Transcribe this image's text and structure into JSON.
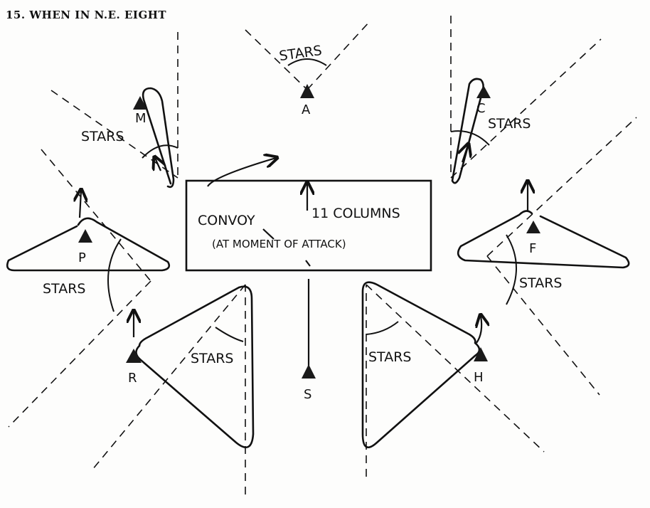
{
  "caption": "15. WHEN IN N.E. EIGHT",
  "convoy": {
    "title": "CONVOY",
    "columns": "11 COLUMNS",
    "note": "(AT MOMENT OF ATTACK)"
  },
  "sector_label": "STARS",
  "escorts": {
    "A": "A",
    "C": "C",
    "M": "M",
    "F": "F",
    "P": "P",
    "R": "R",
    "H": "H",
    "S": "S"
  }
}
